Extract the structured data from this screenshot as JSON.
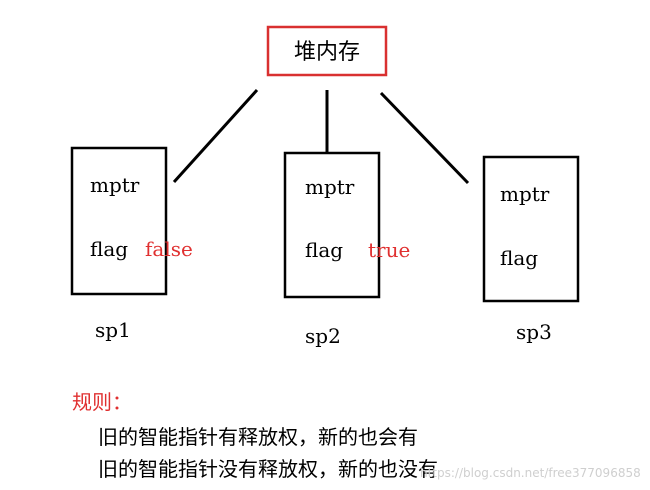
{
  "heap": {
    "label": "堆内存",
    "border_color": "#d93030"
  },
  "objects": [
    {
      "name": "sp1",
      "field1": "mptr",
      "field2": "flag",
      "flag_value": "false"
    },
    {
      "name": "sp2",
      "field1": "mptr",
      "field2": "flag",
      "flag_value": "true"
    },
    {
      "name": "sp3",
      "field1": "mptr",
      "field2": "flag",
      "flag_value": ""
    }
  ],
  "rules": {
    "title": "规则：",
    "line1": "旧的智能指针有释放权，新的也会有",
    "line2": "旧的智能指针没有释放权，新的也没有"
  },
  "watermark": "https://blog.csdn.net/free377096858",
  "colors": {
    "accent": "#e03030",
    "stroke": "#000000"
  }
}
